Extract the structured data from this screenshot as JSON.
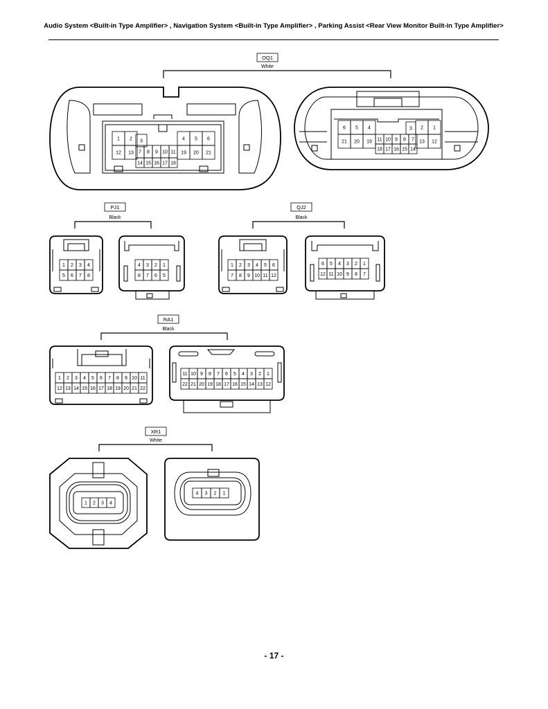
{
  "header": {
    "title": "Audio System <Built-in Type Amplifier> , Navigation System <Built-in Type Amplifier> , Parking Assist <Rear View Monitor Built-in Type Amplifier>"
  },
  "connectors": {
    "oq1": {
      "code": "OQ1",
      "color": "White",
      "male": {
        "top_left": [
          "1",
          "2"
        ],
        "top_3": "3",
        "top_right": [
          "4",
          "5",
          "6"
        ],
        "mid_left": [
          "12",
          "13"
        ],
        "mid_center": [
          "7",
          "8",
          "9",
          "10",
          "11"
        ],
        "mid_right": [
          "19",
          "20",
          "21"
        ],
        "bottom": [
          "14",
          "15",
          "16",
          "17",
          "18"
        ]
      },
      "female": {
        "top_left": [
          "6",
          "5",
          "4"
        ],
        "top_3": "3",
        "top_right": [
          "2",
          "1"
        ],
        "mid_left": [
          "21",
          "20",
          "19"
        ],
        "mid_center": [
          "11",
          "10",
          "9",
          "8",
          "7"
        ],
        "mid_right": [
          "13",
          "12"
        ],
        "bottom": [
          "18",
          "17",
          "16",
          "15",
          "14"
        ]
      }
    },
    "pj1": {
      "code": "PJ1",
      "color": "Black",
      "male": {
        "row1": [
          "1",
          "2",
          "3",
          "4"
        ],
        "row2": [
          "5",
          "6",
          "7",
          "8"
        ]
      },
      "female": {
        "row1": [
          "4",
          "3",
          "2",
          "1"
        ],
        "row2": [
          "8",
          "7",
          "6",
          "5"
        ]
      }
    },
    "qj2": {
      "code": "QJ2",
      "color": "Black",
      "male": {
        "row1": [
          "1",
          "2",
          "3",
          "4",
          "5",
          "6"
        ],
        "row2": [
          "7",
          "8",
          "9",
          "10",
          "11",
          "12"
        ]
      },
      "female": {
        "row1": [
          "6",
          "5",
          "4",
          "3",
          "2",
          "1"
        ],
        "row2": [
          "12",
          "11",
          "10",
          "9",
          "8",
          "7"
        ]
      }
    },
    "ra1": {
      "code": "RA1",
      "color": "Black",
      "male": {
        "row1": [
          "1",
          "2",
          "3",
          "4",
          "5",
          "6",
          "7",
          "8",
          "9",
          "10",
          "11"
        ],
        "row2": [
          "12",
          "13",
          "14",
          "15",
          "16",
          "17",
          "18",
          "19",
          "20",
          "21",
          "22"
        ]
      },
      "female": {
        "row1": [
          "11",
          "10",
          "9",
          "8",
          "7",
          "6",
          "5",
          "4",
          "3",
          "2",
          "1"
        ],
        "row2": [
          "22",
          "21",
          "20",
          "19",
          "18",
          "17",
          "16",
          "15",
          "14",
          "13",
          "12"
        ]
      }
    },
    "xr1": {
      "code": "XR1",
      "color": "White",
      "male": {
        "row1": [
          "1",
          "2",
          "3",
          "4"
        ]
      },
      "female": {
        "row1": [
          "4",
          "3",
          "2",
          "1"
        ]
      }
    }
  },
  "footer": {
    "page_number": "- 17 -"
  }
}
